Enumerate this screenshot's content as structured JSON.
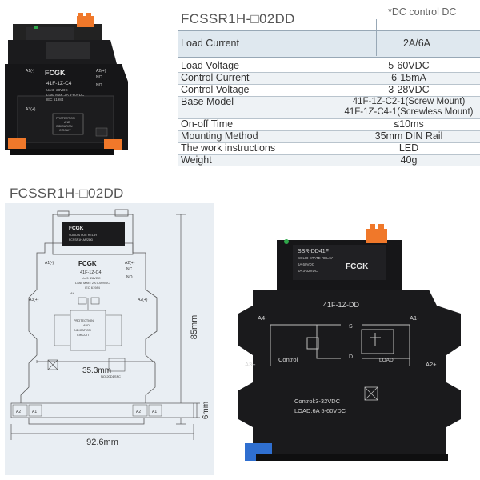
{
  "header": {
    "model_title": "FCSSR1H-□02DD",
    "dc_note": "*DC control DC"
  },
  "specs": [
    {
      "label": "Load Current",
      "value": "2A/6A"
    },
    {
      "label": "Load Voltage",
      "value": "5-60VDC"
    },
    {
      "label": "Control Current",
      "value": "6-15mA"
    },
    {
      "label": "Control Voltage",
      "value": "3-28VDC"
    },
    {
      "label": "Base Model",
      "value": "41F-1Z-C2-1(Screw Mount)",
      "value2": "41F-1Z-C4-1(Screwless Mount)"
    },
    {
      "label": "On-off Time",
      "value": "≤10ms"
    },
    {
      "label": "Mounting Method",
      "value": "35mm DIN Rail"
    },
    {
      "label": "The work instructions",
      "value": "LED"
    },
    {
      "label": "Weight",
      "value": "40g"
    }
  ],
  "top_photo": {
    "brand": "FCGK",
    "model": "41F-1Z-C4",
    "un": "Un:3~28VDC",
    "load": "Load Max.:2A 5-60VDC",
    "std": "IEC 61984",
    "a1": "A1(-)",
    "a2": "A2(+)",
    "a3": "A3(+)",
    "nc": "NC",
    "no": "NO",
    "protect": [
      "PROTECTION",
      "AND",
      "INDICATION",
      "CIRCUIT"
    ]
  },
  "drawing": {
    "title": "FCSSR1H-□02DD",
    "brand": "FCGK",
    "relay_line": "SOLID STATE RELAY",
    "relay_model": "FCSSR1H-M22DD",
    "model": "41F-1Z-C4",
    "un": "Un:3~28VDC",
    "load": "Load Max.: 2A 5-60VDC",
    "std": "IEC 61984",
    "a1": "A1(-)",
    "a2": "A2(+)",
    "a3": "A3(+)",
    "nc": "NC",
    "no": "NO",
    "adj": "Ab",
    "protect": [
      "PROTECTION",
      "AND",
      "INDICATION",
      "CIRCUIT"
    ],
    "no_sfc": "NO-20D1SFC",
    "dim_height": "85mm",
    "dim_depth": "35.3mm",
    "dim_length": "92.6mm",
    "dim_width": "6mm",
    "strip_labels": [
      "A2",
      "A1",
      "A2",
      "A1"
    ]
  },
  "bottom_photo": {
    "module_model": "SSR-DD41F",
    "module_line": "SOLID STATE RELAY",
    "module_spec1": "6A 60VDC",
    "module_spec2": "6A 3-32VDC",
    "module_brand": "FCGK",
    "base_model": "41F-1Z-DD",
    "a4": "A4-",
    "a1": "A1-",
    "a3": "A3+",
    "a2": "A2+",
    "s": "S",
    "d": "D",
    "control_label": "Control",
    "load_label": "LOAD",
    "control_spec": "Control:3-32VDC",
    "load_spec": "LOAD:6A 5-60VDC"
  },
  "colors": {
    "header_band": "#dfe8ef",
    "panel_bg": "#e9eef3",
    "relay_body": "#1d1d1f",
    "terminal_orange": "#f0782a",
    "terminal_blue": "#2f6fd0",
    "led_green": "#2fa84a"
  }
}
